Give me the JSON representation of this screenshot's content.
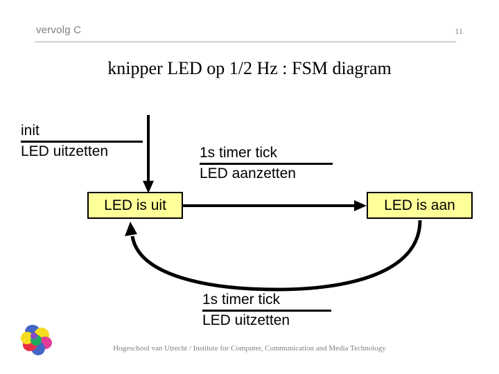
{
  "header": {
    "title": "vervolg C",
    "page_number": "11",
    "rule_color": "#a9a9a9",
    "text_color": "#808080"
  },
  "slide": {
    "title": "knipper LED op 1/2 Hz : FSM diagram",
    "background": "#ffffff"
  },
  "diagram": {
    "type": "fsm-state-diagram",
    "state_fill": "#ffff99",
    "state_border": "#000000",
    "arrow_color": "#000000",
    "states": [
      {
        "id": "off",
        "label": "LED is uit"
      },
      {
        "id": "on",
        "label": "LED is aan"
      }
    ],
    "transitions": [
      {
        "id": "init",
        "from": "",
        "to": "off",
        "event": "init",
        "action": "LED uitzetten",
        "shape": "vertical-arrow-down"
      },
      {
        "id": "off-to-on",
        "from": "off",
        "to": "on",
        "event": "1s timer tick",
        "action": "LED aanzetten",
        "shape": "straight-arrow-right"
      },
      {
        "id": "on-to-off",
        "from": "on",
        "to": "off",
        "event": "1s timer tick",
        "action": "LED uitzetten",
        "shape": "curved-arrow-left"
      }
    ]
  },
  "footer": {
    "text": "Hogeschool van Utrecht / Institute for Computer, Communication and Media Technology",
    "logo_name": "hu-pinwheel-logo",
    "logo_colors": [
      "#2a52be",
      "#f5d800",
      "#e8112d",
      "#e0218a",
      "#00a04a",
      "#7b2fbe"
    ]
  }
}
